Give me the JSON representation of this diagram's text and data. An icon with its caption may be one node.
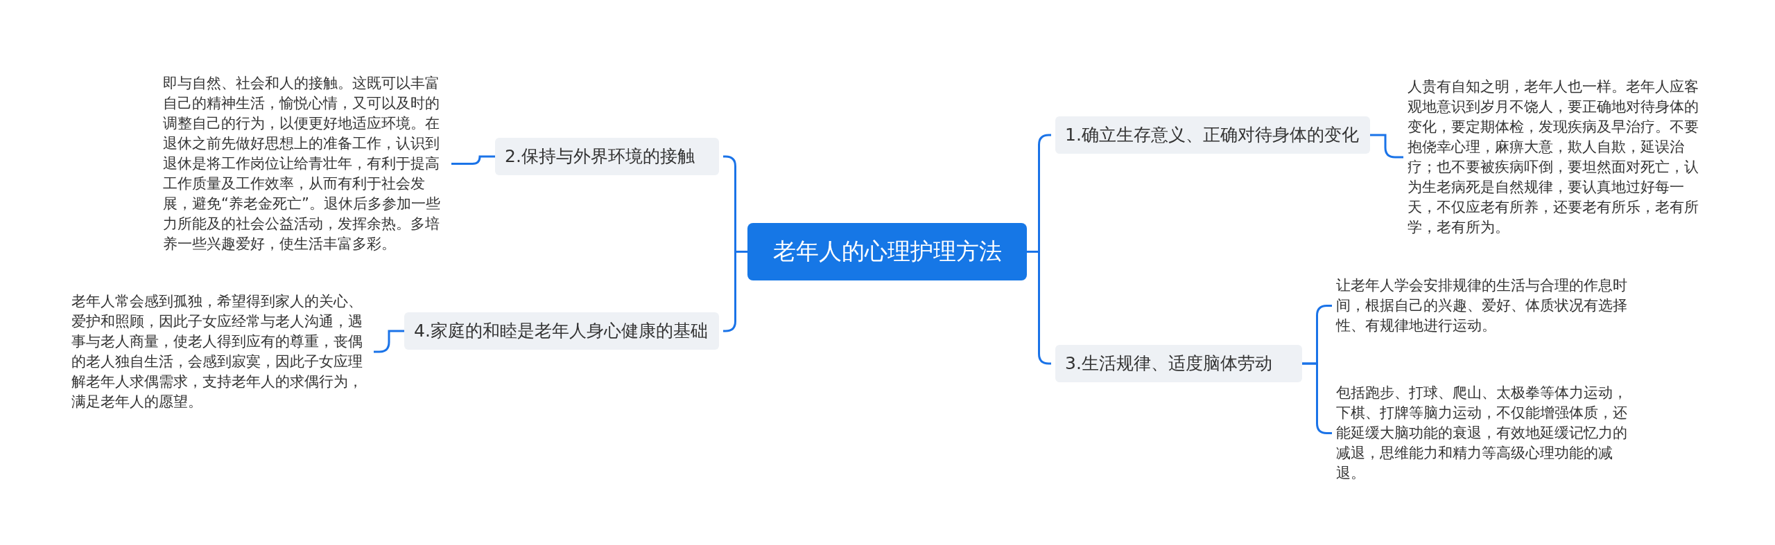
{
  "diagram": {
    "nodes": [
      {
        "text": [
          "老年人的心理护理方法"
        ]
      },
      {
        "text": [
          "1.确立生存意义、正确对待身体的变化"
        ]
      },
      {
        "text": [
          "人贵有自知之明，老年人也一样。老年人应客观地意识到岁月不饶人，要正确地对待身体的变化，要定期体检，发现疾病及早治疗。不要抱侥幸心理，麻痹大意，欺人自欺，延误治疗；也不要被疾病吓倒，要坦然面对死亡，认为生老病死是自然规律，要认真地过好每一天，不仅应老有所养，还要老有所乐，老有所学，老有所为。"
        ]
      },
      {
        "text": [
          "2.保持与外界环境的接触"
        ]
      },
      {
        "text": [
          "即与自然、社会和人的接触。这既可以丰富自己的精神生活，愉悦心情，又可以及时的调整自己的行为，以便更好地适应环境。在退休之前先做好思想上的准备工作，认识到退休是将工作岗位让给青壮年，有利于提高工作质量及工作效率，从而有利于社会发展，避免“养老金死亡”。退休后多参加一些力所能及的社会公益活动，发挥余热。多培养一些兴趣爱好，使生活丰富多彩。"
        ]
      },
      {
        "text": [
          "3.生活规律、适度脑体劳动"
        ]
      },
      {
        "text": [
          "让老年人学会安排规律的生活与合理的作息时间，根据自己的兴趣、爱好、体质状况有选择性、有规律地进行运动。"
        ]
      },
      {
        "text": [
          "包括跑步、打球、爬山、太极拳等体力运动，下棋、打牌等脑力运动，不仅能增强体质，还能延缓大脑功能的衰退，有效地延缓记忆力的减退，思维能力和精力等高级心理功能的减退。"
        ]
      },
      {
        "text": [
          "4.家庭的和睦是老年人身心健康的基础"
        ]
      },
      {
        "text": [
          "老年人常会感到孤独，希望得到家人的关心、爱护和照顾，因此子女应经常与老人沟通，遇事与老人商量，使老人得到应有的尊重，丧偶的老人独自生活，会感到寂寞，因此子女应理解老年人求偶需求，支持老年人的求偶行为，满足老年人的愿望。"
        ]
      }
    ],
    "edges": [
      {
        "from": 0,
        "to": 1,
        "arrow": "none"
      },
      {
        "from": 1,
        "to": 2,
        "arrow": "none"
      },
      {
        "from": 0,
        "to": 3,
        "arrow": "none"
      },
      {
        "from": 3,
        "to": 4,
        "arrow": "none"
      },
      {
        "from": 0,
        "to": 5,
        "arrow": "none"
      },
      {
        "from": 5,
        "to": 6,
        "arrow": "none"
      },
      {
        "from": 5,
        "to": 7,
        "arrow": "none"
      },
      {
        "from": 0,
        "to": 8,
        "arrow": "none"
      },
      {
        "from": 8,
        "to": 9,
        "arrow": "none"
      }
    ]
  }
}
